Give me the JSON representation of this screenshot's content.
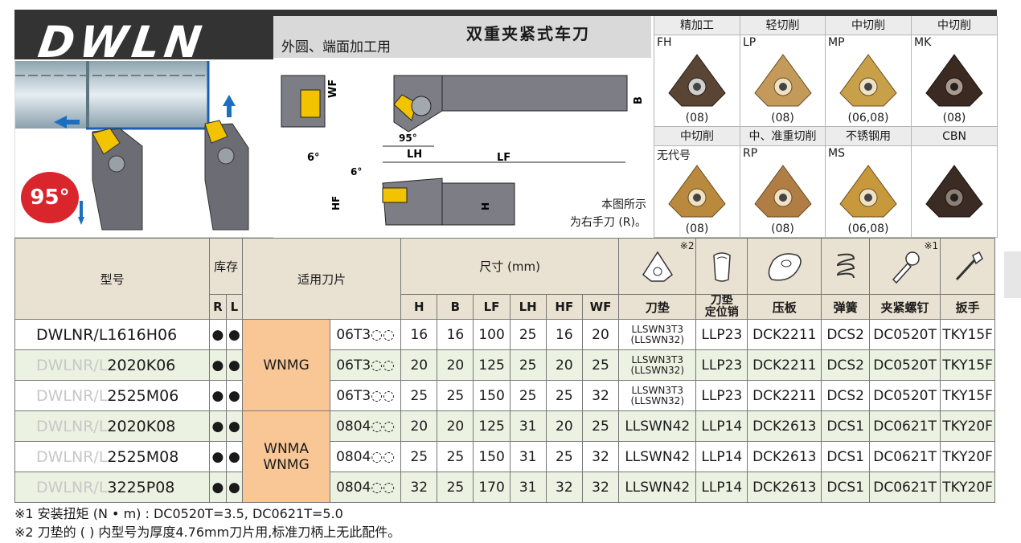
{
  "header": {
    "code": "DWLN",
    "title": "双重夹紧式车刀",
    "subtitle": "外圆、端面加工用",
    "note_line1": "本图所示",
    "note_line2": "为右手刀 (R)。",
    "angle_badge": "95°",
    "angle_95": "95°",
    "angle_6a": "6°",
    "angle_6b": "6°",
    "dims": {
      "wf": "WF",
      "b": "B",
      "lh": "LH",
      "lf": "LF",
      "hf": "HF",
      "h": "H"
    }
  },
  "inserts": {
    "row1_heads": [
      "精加工",
      "轻切削",
      "中切削",
      "中切削"
    ],
    "row1": [
      {
        "code": "FH",
        "spec": "(08)",
        "color": "#5a4535"
      },
      {
        "code": "LP",
        "spec": "(08)",
        "color": "#c49a5a"
      },
      {
        "code": "MP",
        "spec": "(06,08)",
        "color": "#c9a04a"
      },
      {
        "code": "MK",
        "spec": "(08)",
        "color": "#3b2a22"
      }
    ],
    "row2_heads": [
      "中切削",
      "中、准重切削",
      "不锈钢用",
      "CBN"
    ],
    "row2": [
      {
        "code": "无代号",
        "spec": "(08)",
        "color": "#b98a3e"
      },
      {
        "code": "RP",
        "spec": "(08)",
        "color": "#b07d45"
      },
      {
        "code": "MS",
        "spec": "(06,08)",
        "color": "#c8983c"
      },
      {
        "code": "",
        "spec": "",
        "color": "#3a2b24"
      }
    ]
  },
  "table": {
    "headers": {
      "model": "型号",
      "stock": "库存",
      "stock_r": "R",
      "stock_l": "L",
      "insert": "适用刀片",
      "size": "尺寸 (mm)",
      "dims": [
        "H",
        "B",
        "LF",
        "LH",
        "HF",
        "WF"
      ],
      "parts": [
        "刀垫",
        "刀垫\n定位销",
        "压板",
        "弹簧",
        "夹紧螺钉",
        "扳手"
      ],
      "parts_pin_1": "刀垫",
      "parts_pin_2": "定位销",
      "mark2": "※2",
      "mark1": "※1"
    },
    "grades": [
      "WNMG",
      "WNMA",
      "WNMG"
    ],
    "rows": [
      {
        "prefix": "DWLNR/L",
        "suffix": "1616H06",
        "r": "●",
        "l": "●",
        "insert": "06T3◌◌",
        "H": "16",
        "B": "16",
        "LF": "100",
        "LH": "25",
        "HF": "16",
        "WF": "20",
        "pad": "LLSWN3T3",
        "pad2": "(LLSWN32)",
        "pin": "LLP23",
        "clamp": "DCK2211",
        "spring": "DCS2",
        "screw": "DC0520T",
        "wrench": "TKY15F"
      },
      {
        "prefix": "DWLNR/L",
        "suffix": "2020K06",
        "r": "●",
        "l": "●",
        "insert": "06T3◌◌",
        "H": "20",
        "B": "20",
        "LF": "125",
        "LH": "25",
        "HF": "20",
        "WF": "25",
        "pad": "LLSWN3T3",
        "pad2": "(LLSWN32)",
        "pin": "LLP23",
        "clamp": "DCK2211",
        "spring": "DCS2",
        "screw": "DC0520T",
        "wrench": "TKY15F"
      },
      {
        "prefix": "DWLNR/L",
        "suffix": "2525M06",
        "r": "●",
        "l": "●",
        "insert": "06T3◌◌",
        "H": "25",
        "B": "25",
        "LF": "150",
        "LH": "25",
        "HF": "25",
        "WF": "32",
        "pad": "LLSWN3T3",
        "pad2": "(LLSWN32)",
        "pin": "LLP23",
        "clamp": "DCK2211",
        "spring": "DCS2",
        "screw": "DC0520T",
        "wrench": "TKY15F"
      },
      {
        "prefix": "DWLNR/L",
        "suffix": "2020K08",
        "r": "●",
        "l": "●",
        "insert": "0804◌◌",
        "H": "20",
        "B": "20",
        "LF": "125",
        "LH": "31",
        "HF": "20",
        "WF": "25",
        "pad": "LLSWN42",
        "pad2": "",
        "pin": "LLP14",
        "clamp": "DCK2613",
        "spring": "DCS1",
        "screw": "DC0621T",
        "wrench": "TKY20F"
      },
      {
        "prefix": "DWLNR/L",
        "suffix": "2525M08",
        "r": "●",
        "l": "●",
        "insert": "0804◌◌",
        "H": "25",
        "B": "25",
        "LF": "150",
        "LH": "31",
        "HF": "25",
        "WF": "32",
        "pad": "LLSWN42",
        "pad2": "",
        "pin": "LLP14",
        "clamp": "DCK2613",
        "spring": "DCS1",
        "screw": "DC0621T",
        "wrench": "TKY20F"
      },
      {
        "prefix": "DWLNR/L",
        "suffix": "3225P08",
        "r": "●",
        "l": "●",
        "insert": "0804◌◌",
        "H": "32",
        "B": "25",
        "LF": "170",
        "LH": "31",
        "HF": "32",
        "WF": "32",
        "pad": "LLSWN42",
        "pad2": "",
        "pin": "LLP14",
        "clamp": "DCK2613",
        "spring": "DCS1",
        "screw": "DC0621T",
        "wrench": "TKY20F"
      }
    ]
  },
  "footnotes": [
    "※1 安装扭矩 (N • m) : DC0520T=3.5, DC0621T=5.0",
    "※2 刀垫的 ( ) 内型号为厚度4.76mm刀片用,标准刀柄上无此配件。"
  ]
}
